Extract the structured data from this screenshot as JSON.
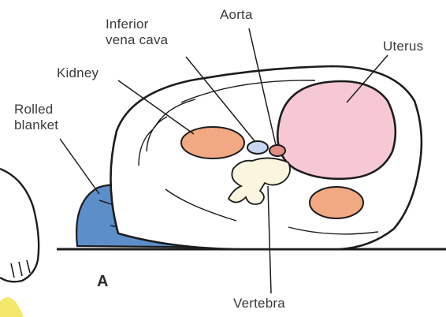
{
  "labels": {
    "ivc_line1": "Inferior",
    "ivc_line2": "vena cava",
    "aorta": "Aorta",
    "uterus": "Uterus",
    "kidney": "Kidney",
    "blanket_line1": "Rolled",
    "blanket_line2": "blanket",
    "vertebra": "Vertebra"
  },
  "panel_letter": "A",
  "colors": {
    "uterus": "#f6c8d4",
    "kidney": "#f1a983",
    "blanket": "#5c8fc9",
    "ivc": "#c9d6f2",
    "aorta": "#e08f82",
    "vertebra": "#fbf5df",
    "outline": "#1c1c1c",
    "skin_bottom": "#f4e86a"
  }
}
